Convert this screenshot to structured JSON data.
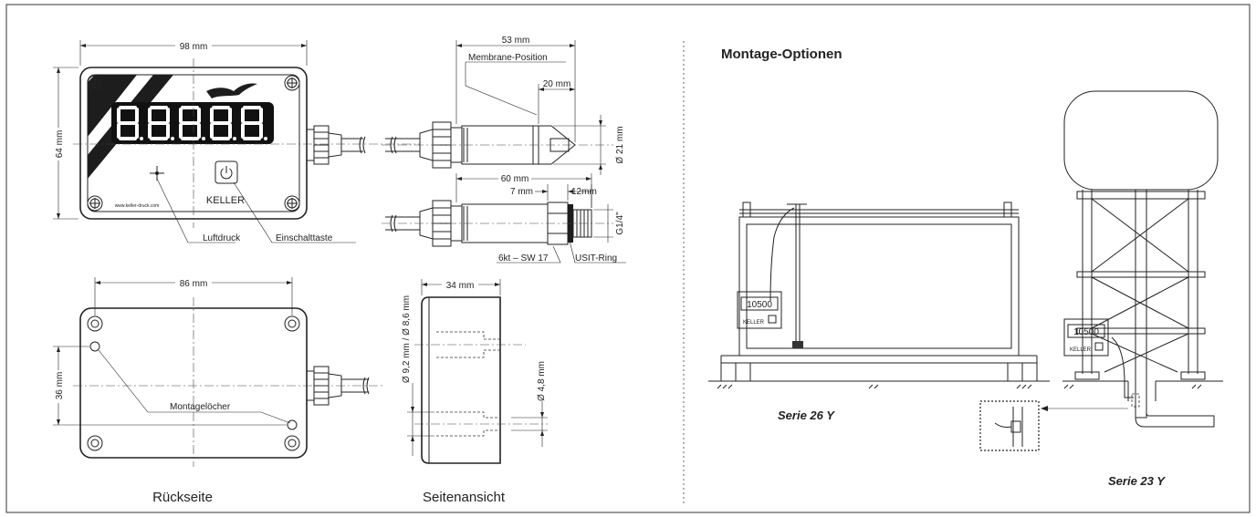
{
  "dimensions": {
    "front_width": "98 mm",
    "front_height": "64 mm",
    "sensor_length": "53 mm",
    "membrane_offset": "20 mm",
    "sensor_diameter": "Ø 21 mm",
    "thread_length": "60 mm",
    "dim_7": "7 mm",
    "dim_12": "12mm",
    "thread": "G1/4\"",
    "back_width": "86 mm",
    "back_height": "36 mm",
    "side_width": "34 mm",
    "side_hole_large": "Ø 9,2 mm / Ø 8,6 mm",
    "side_hole_small": "Ø 4,8 mm"
  },
  "labels": {
    "membrane_position": "Membrane-Position",
    "air_pressure": "Luftdruck",
    "power_button": "Einschalttaste",
    "hex": "6kt – SW 17",
    "usit_ring": "USIT-Ring",
    "mounting_holes": "Montagelöcher",
    "brand": "KELLER",
    "website": "www.keller-druck.com",
    "display_digits": [
      "8",
      "8",
      "8",
      "8",
      "8"
    ]
  },
  "captions": {
    "back_side": "Rückseite",
    "side_view": "Seitenansicht"
  },
  "mounting": {
    "title": "Montage-Optionen",
    "serie_a": "Serie 26 Y",
    "serie_b": "Serie 23 Y",
    "display_value_a": "10500",
    "display_value_b": "10500",
    "display_brand_a": "KELLER",
    "display_brand_b": "KELLER"
  },
  "icons": [
    "bird-logo-icon",
    "power-icon",
    "crosshair-icon",
    "screw-icon"
  ]
}
